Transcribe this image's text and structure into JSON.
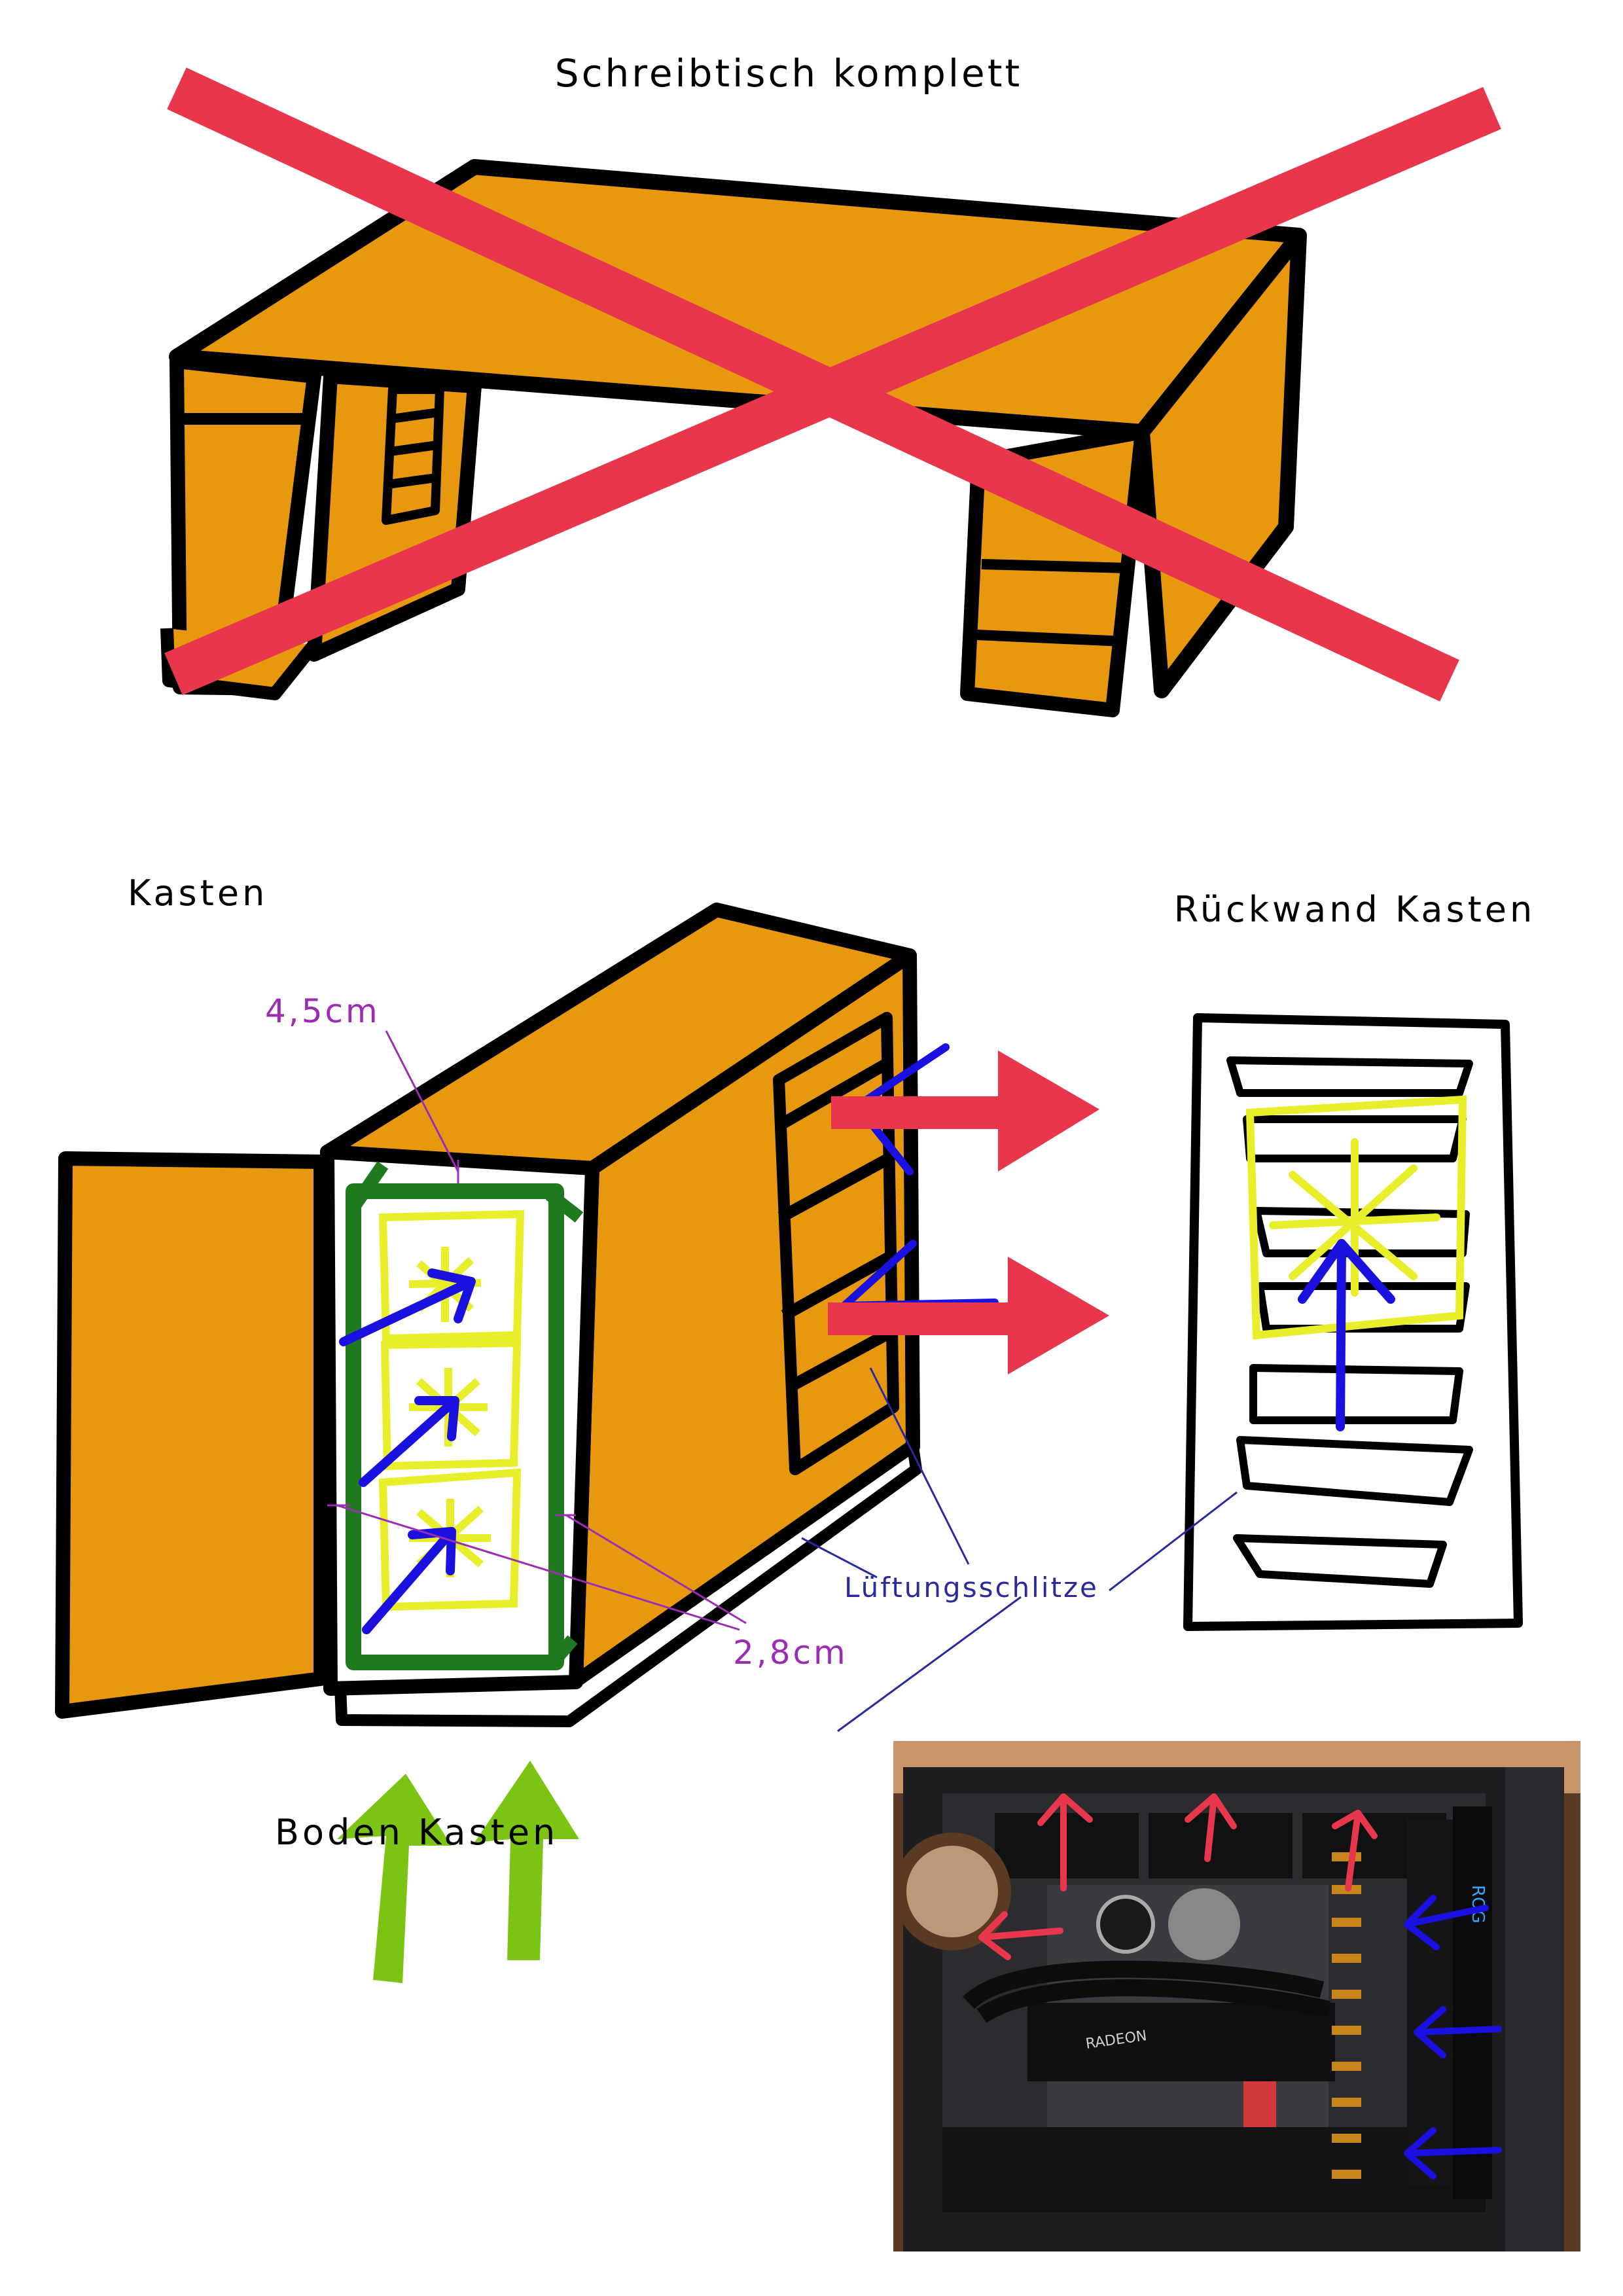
{
  "labels": {
    "desk_title": "Schreibtisch komplett",
    "box_title": "Kasten",
    "back_title": "Rückwand Kasten",
    "depth_measure": "4,5cm",
    "gap_measure": "2,8cm",
    "vents_label": "Lüftungsschlitze",
    "bottom_label": "Boden Kasten"
  },
  "photo": {
    "gpu_text": "RADEON",
    "fan_brand": "ROG"
  },
  "colors": {
    "wood": "#E8980E",
    "outline": "#000000",
    "cross": "#E8374C",
    "airflow_in": "#1A10E0",
    "airflow_out": "#E8374C",
    "fan": "#E8EE2A",
    "frame": "#1F7A1F",
    "bottom_airflow": "#7CC414",
    "measure": "#9B2DB5",
    "leader": "#2A2A9E"
  }
}
